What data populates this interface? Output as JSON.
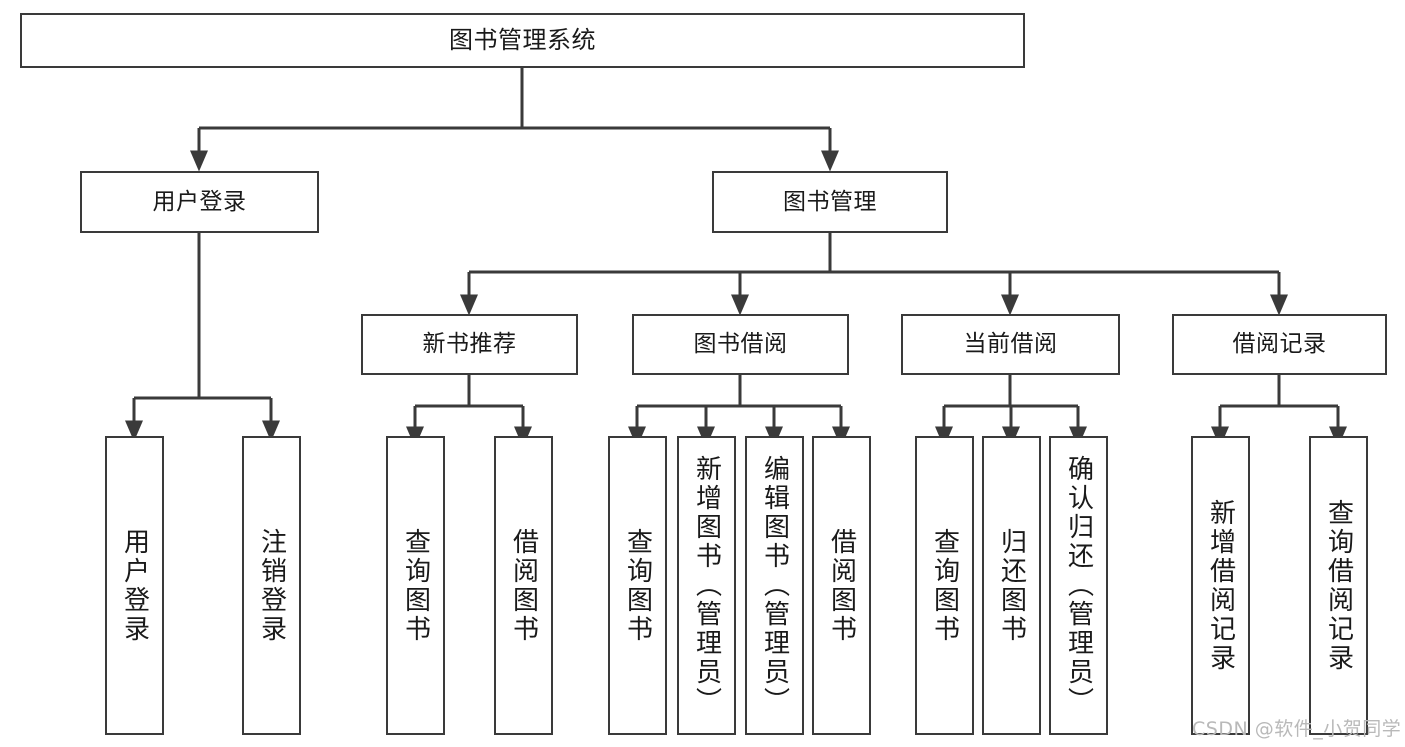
{
  "diagram": {
    "title": "图书管理系统",
    "type": "tree",
    "orientation": "top-down",
    "background_color": "#ffffff",
    "node_border_color": "#3a3a3a",
    "node_fill_color": "#ffffff",
    "edge_color": "#3a3a3a",
    "text_color": "#1a1a1a"
  },
  "root": {
    "label": "图书管理系统"
  },
  "level2": [
    {
      "label": "用户登录"
    },
    {
      "label": "图书管理"
    }
  ],
  "level3": [
    {
      "label": "新书推荐"
    },
    {
      "label": "图书借阅"
    },
    {
      "label": "当前借阅"
    },
    {
      "label": "借阅记录"
    }
  ],
  "leaves": {
    "user_login": [
      {
        "label": "用户登录"
      },
      {
        "label": "注销登录"
      }
    ],
    "new_book_recommend": [
      {
        "label": "查询图书"
      },
      {
        "label": "借阅图书"
      }
    ],
    "book_borrow": [
      {
        "label": "查询图书"
      },
      {
        "label": "新增图书（管理员）"
      },
      {
        "label": "编辑图书（管理员）"
      },
      {
        "label": "借阅图书"
      }
    ],
    "current_borrow": [
      {
        "label": "查询图书"
      },
      {
        "label": "归还图书"
      },
      {
        "label": "确认归还（管理员）"
      }
    ],
    "borrow_record": [
      {
        "label": "新增借阅记录"
      },
      {
        "label": "查询借阅记录"
      }
    ]
  },
  "watermark": {
    "text": "CSDN @软件_小贺同学"
  }
}
